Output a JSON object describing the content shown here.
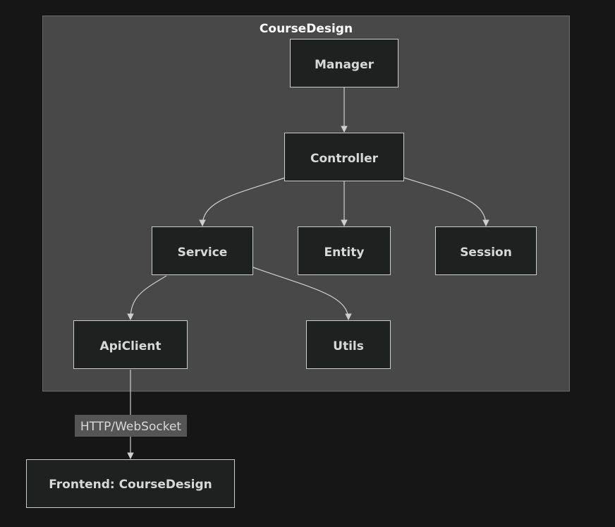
{
  "cluster": {
    "title": "CourseDesign"
  },
  "nodes": {
    "manager": "Manager",
    "controller": "Controller",
    "service": "Service",
    "entity": "Entity",
    "session": "Session",
    "apiclient": "ApiClient",
    "utils": "Utils",
    "frontend": "Frontend: CourseDesign"
  },
  "edges": {
    "apiclient_frontend_label": "HTTP/WebSocket"
  },
  "colors": {
    "page_background": "#161616",
    "cluster_background": "#484848",
    "node_fill": "#1f2020",
    "node_stroke": "#cccccc",
    "text": "#d8d8d8"
  }
}
